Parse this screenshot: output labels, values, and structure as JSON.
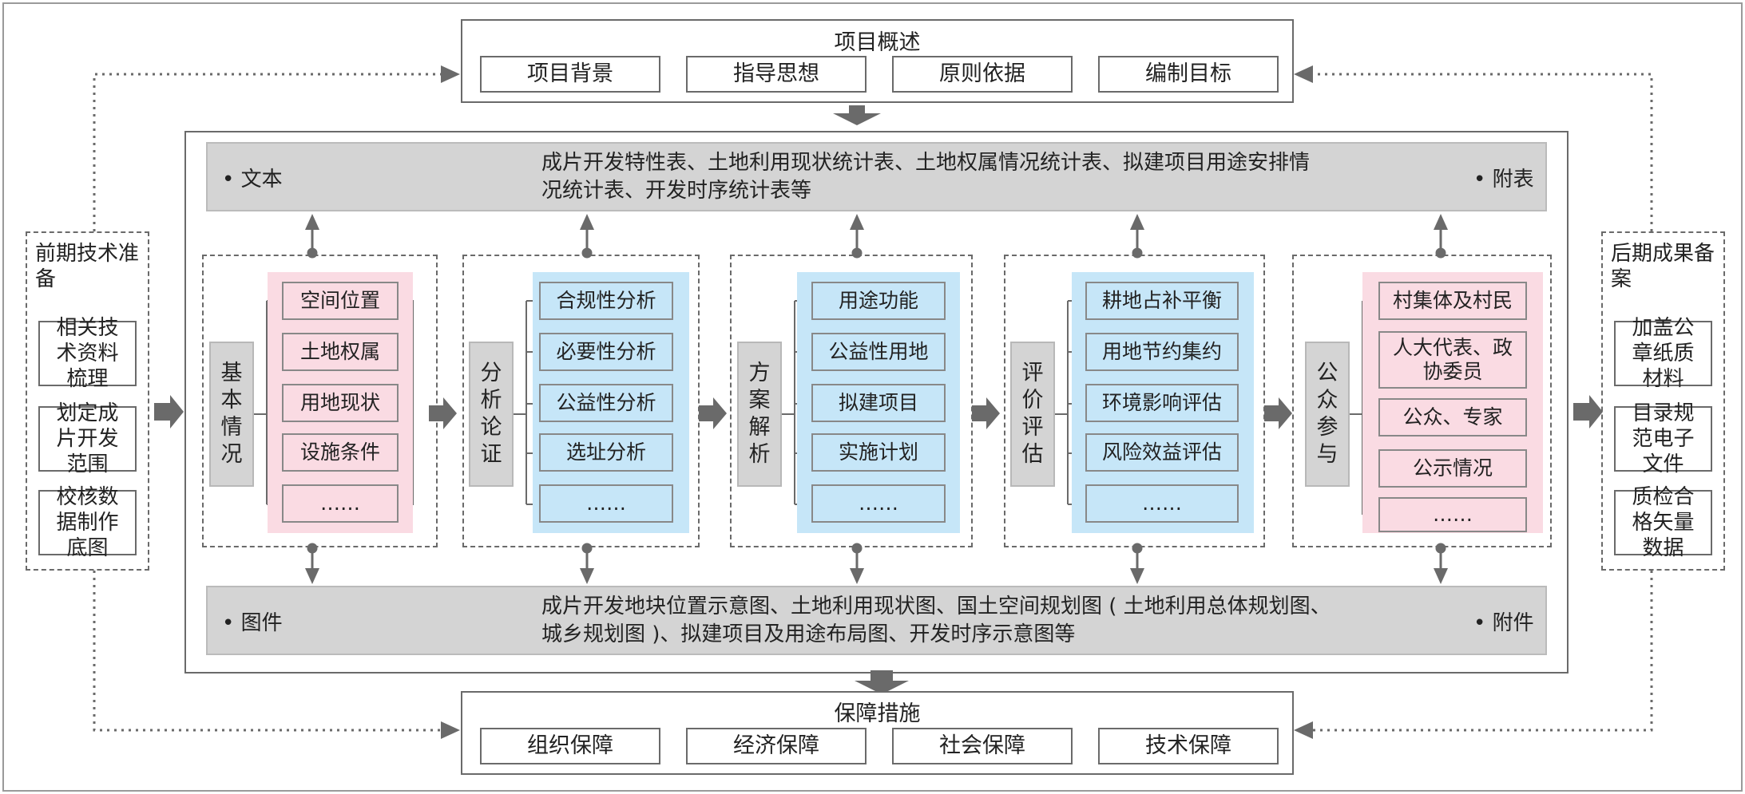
{
  "overview": {
    "title": "项目概述",
    "items": [
      "项目背景",
      "指导思想",
      "原则依据",
      "编制目标"
    ]
  },
  "safeguards": {
    "title": "保障措施",
    "items": [
      "组织保障",
      "经济保障",
      "社会保障",
      "技术保障"
    ]
  },
  "text_bar": {
    "left": "• 文本",
    "line1": "成片开发特性表、土地利用现状统计表、土地权属情况统计表、拟建项目用途安排情",
    "line2": "况统计表、开发时序统计表等",
    "right": "• 附表"
  },
  "figure_bar": {
    "left": "• 图件",
    "line1": "成片开发地块位置示意图、土地利用现状图、国土空间规划图 ( 土地利用总体规划图、",
    "line2": "城乡规划图 )、拟建项目及用途布局图、开发时序示意图等",
    "right": "• 附件"
  },
  "stages": [
    {
      "label": "基本情况",
      "items": [
        "空间位置",
        "土地权属",
        "用地现状",
        "设施条件",
        "……"
      ]
    },
    {
      "label": "分析论证",
      "items": [
        "合规性分析",
        "必要性分析",
        "公益性分析",
        "选址分析",
        "……"
      ]
    },
    {
      "label": "方案解析",
      "items": [
        "用途功能",
        "公益性用地",
        "拟建项目",
        "实施计划",
        "……"
      ]
    },
    {
      "label": "评价评估",
      "items": [
        "耕地占补平衡",
        "用地节约集约",
        "环境影响评估",
        "风险效益评估",
        "……"
      ]
    },
    {
      "label": "公众参与",
      "items": [
        "村集体及村民",
        "人大代表、政协委员",
        "公众、专家",
        "公示情况",
        "……"
      ]
    }
  ],
  "left_panel": {
    "title": "前期技术准备",
    "items": [
      "相关技术资料梳理",
      "划定成片开发范围",
      "校核数据制作底图"
    ]
  },
  "right_panel": {
    "title": "后期成果备案",
    "items": [
      "加盖公章纸质材料",
      "目录规范电子文件",
      "质检合格矢量数据"
    ]
  },
  "colors": {
    "pink": "#fadbe3",
    "blue": "#c6e6f8",
    "grey": "#d4d4d4",
    "arrow": "#6a6a6a"
  }
}
